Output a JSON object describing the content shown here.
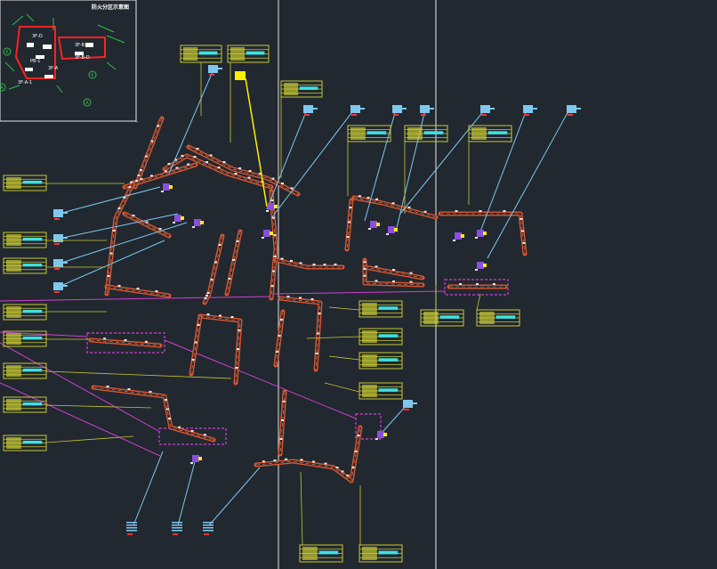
{
  "drawing": {
    "background": "#212830",
    "keyplan_title": "防火分区示意图",
    "keyplan_labels": [
      "3F-D",
      "3F-B",
      "PB-1",
      "3F-A",
      "3F-B-D",
      "3F-A-1"
    ],
    "grid_bubbles": [
      "K",
      "K",
      "A",
      "A"
    ]
  },
  "colors": {
    "duct": "#e0542b",
    "duct_light": "#f08a5d",
    "leader": "#7ec8ee",
    "callout": "#c8c830",
    "magenta": "#d040d0",
    "yellow": "#ffee00",
    "equipment": "#8a4fe0",
    "white": "#e6e6e6",
    "keyplan_red": "#ff2020",
    "keyplan_green": "#2ec04a"
  }
}
